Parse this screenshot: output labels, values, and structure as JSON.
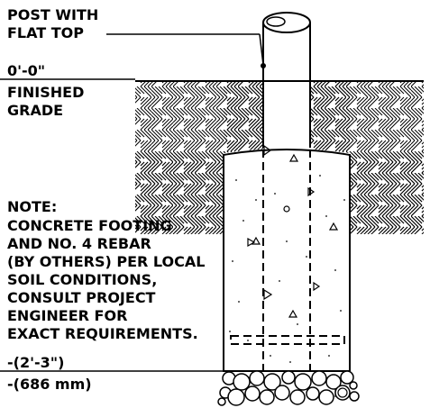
{
  "callout": {
    "line1": "POST WITH",
    "line2": "FLAT TOP"
  },
  "grade": {
    "elevation": "0'-0\"",
    "line1": "FINISHED",
    "line2": "GRADE"
  },
  "note": {
    "heading": "NOTE:",
    "lines": [
      "CONCRETE FOOTING",
      "AND NO. 4 REBAR",
      "(BY OTHERS) PER LOCAL",
      "SOIL CONDITIONS,",
      "CONSULT PROJECT",
      "ENGINEER FOR",
      "EXACT REQUIREMENTS."
    ]
  },
  "depth": {
    "imperial": "-(2'-3\")",
    "metric": "-(686 mm)"
  },
  "colors": {
    "ink": "#000000",
    "paper": "#ffffff"
  }
}
